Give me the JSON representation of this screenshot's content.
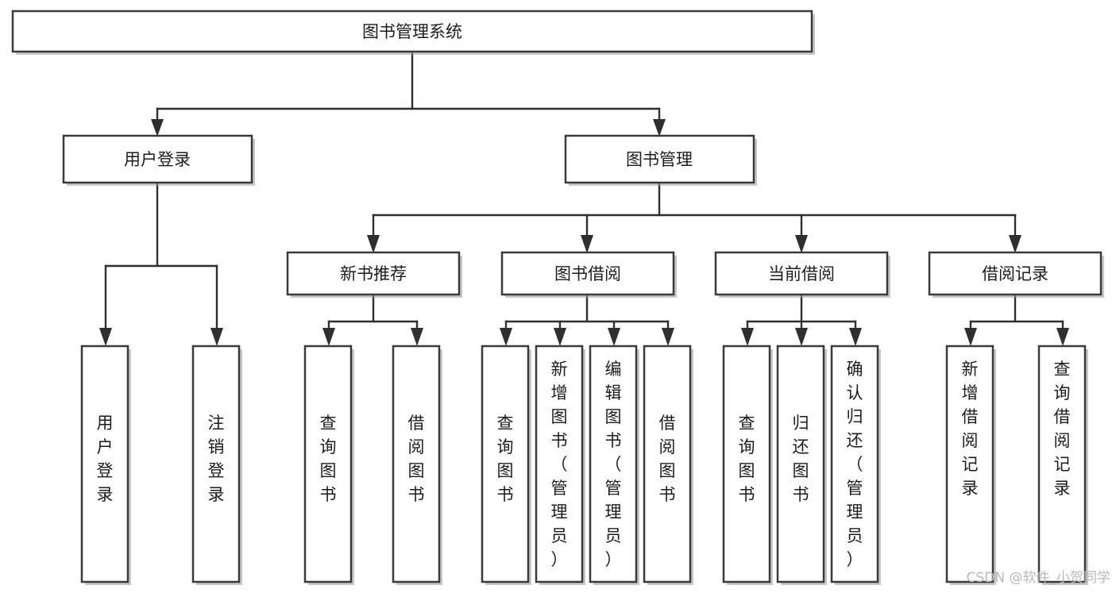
{
  "diagram": {
    "title": "图书管理系统",
    "type": "tree",
    "orientation": "top-down",
    "colors": {
      "box_stroke": "#3a3a3a",
      "box_fill": "#ffffff",
      "connector": "#2f2f2f",
      "text": "#1c1c1c",
      "watermark": "#b9b9b9",
      "background": "#ffffff"
    },
    "root": {
      "label": "图书管理系统",
      "orientation": "horizontal"
    },
    "level2": [
      {
        "label": "用户登录",
        "orientation": "horizontal"
      },
      {
        "label": "图书管理",
        "orientation": "horizontal"
      }
    ],
    "level3": [
      {
        "label": "新书推荐",
        "orientation": "horizontal",
        "parent": "图书管理"
      },
      {
        "label": "图书借阅",
        "orientation": "horizontal",
        "parent": "图书管理"
      },
      {
        "label": "当前借阅",
        "orientation": "horizontal",
        "parent": "图书管理"
      },
      {
        "label": "借阅记录",
        "orientation": "horizontal",
        "parent": "图书管理"
      }
    ],
    "leaves": {
      "用户登录": [
        {
          "label": "用户登录",
          "lines": [
            "用",
            "户",
            "登",
            "录"
          ]
        },
        {
          "label": "注销登录",
          "lines": [
            "注",
            "销",
            "登",
            "录"
          ]
        }
      ],
      "新书推荐": [
        {
          "label": "查询图书",
          "lines": [
            "查",
            "询",
            "图",
            "书"
          ]
        },
        {
          "label": "借阅图书",
          "lines": [
            "借",
            "阅",
            "图",
            "书"
          ]
        }
      ],
      "图书借阅": [
        {
          "label": "查询图书",
          "lines": [
            "查",
            "询",
            "图",
            "书"
          ]
        },
        {
          "label": "新增图书（管理员）",
          "lines": [
            "新",
            "增",
            "图",
            "书",
            "（",
            "管",
            "理",
            "员",
            "）"
          ]
        },
        {
          "label": "编辑图书（管理员）",
          "lines": [
            "编",
            "辑",
            "图",
            "书",
            "（",
            "管",
            "理",
            "员",
            "）"
          ]
        },
        {
          "label": "借阅图书",
          "lines": [
            "借",
            "阅",
            "图",
            "书"
          ]
        }
      ],
      "当前借阅": [
        {
          "label": "查询图书",
          "lines": [
            "查",
            "询",
            "图",
            "书"
          ]
        },
        {
          "label": "归还图书",
          "lines": [
            "归",
            "还",
            "图",
            "书"
          ]
        },
        {
          "label": "确认归还（管理员）",
          "lines": [
            "确",
            "认",
            "归",
            "还",
            "（",
            "管",
            "理",
            "员",
            "）"
          ]
        }
      ],
      "借阅记录": [
        {
          "label": "新增借阅记录",
          "lines": [
            "新",
            "增",
            "借",
            "阅",
            "记",
            "录"
          ]
        },
        {
          "label": "查询借阅记录",
          "lines": [
            "查",
            "询",
            "借",
            "阅",
            "记",
            "录"
          ]
        }
      ]
    },
    "watermark": "CSDN @软件_小贺同学"
  }
}
